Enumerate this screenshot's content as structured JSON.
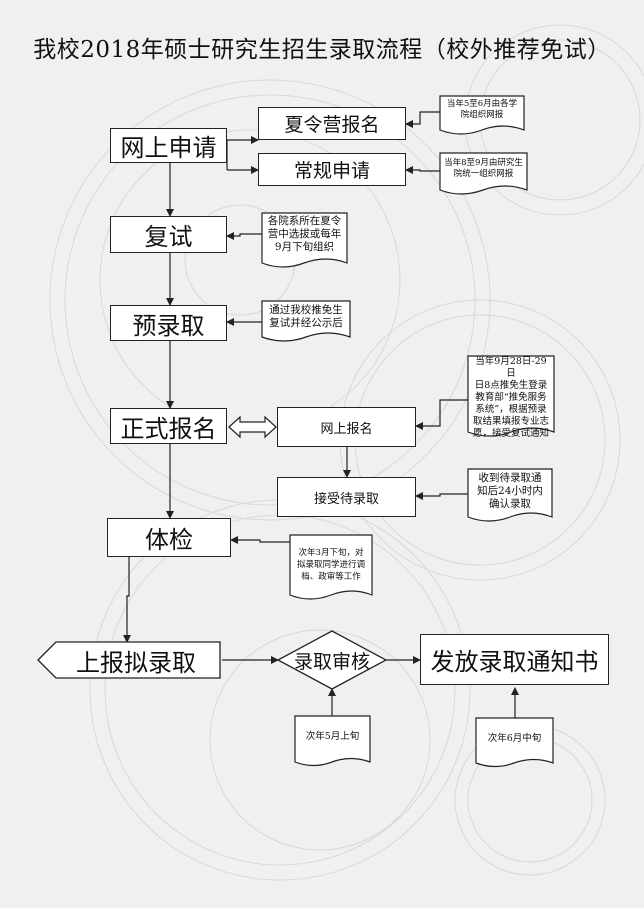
{
  "title": "我校2018年硕士研究生招生录取流程（校外推荐免试）",
  "steps": {
    "online_apply": "网上申请",
    "reexam": "复试",
    "pre_admit": "预录取",
    "formal_register": "正式报名",
    "physical": "体检",
    "report": "上报拟录取",
    "review": "录取审核",
    "notice": "发放录取通知书"
  },
  "branches": {
    "summer_camp": "夏令营报名",
    "regular": "常规申请",
    "online_register": "网上报名",
    "accept_pending": "接受待录取"
  },
  "notes": {
    "summer_camp": "当年5至6月由各学\n院组织网报",
    "regular": "当年8至9月由研究生\n院统一组织网报",
    "reexam": "各院系所在夏令\n营中选拔或每年\n9月下旬组织",
    "pre_admit": "通过我校推免生\n复试并经公示后",
    "online_register": "当年9月28日-29日\n日8点推免生登录\n教育部“推免服务\n系统”，根据预录\n取结果填报专业志\n愿，接受复试通知",
    "accept_pending": "收到待录取通\n知后24小时内\n确认录取",
    "physical": "次年3月下旬，对\n拟录取同学进行调\n档、政审等工作",
    "review": "次年5月上旬",
    "notice": "次年6月中旬"
  }
}
